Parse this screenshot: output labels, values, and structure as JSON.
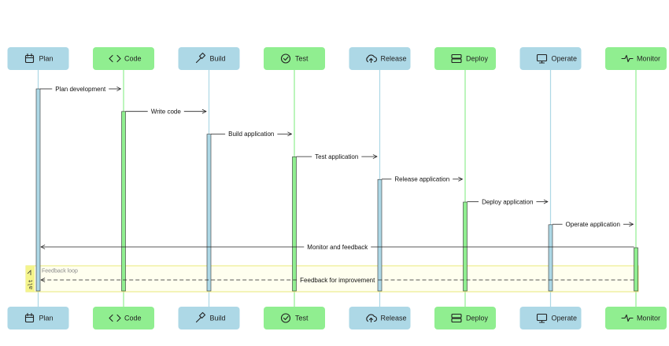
{
  "participants": [
    {
      "id": "plan",
      "label": "Plan",
      "icon": "calendar-icon",
      "color": "#add8e6",
      "bar": "#add8e6"
    },
    {
      "id": "code",
      "label": "Code",
      "icon": "code-icon",
      "color": "#90ee90",
      "bar": "#90ee90"
    },
    {
      "id": "build",
      "label": "Build",
      "icon": "hammer-icon",
      "color": "#add8e6",
      "bar": "#add8e6"
    },
    {
      "id": "test",
      "label": "Test",
      "icon": "check-circle-icon",
      "color": "#90ee90",
      "bar": "#90ee90"
    },
    {
      "id": "release",
      "label": "Release",
      "icon": "cloud-upload-icon",
      "color": "#add8e6",
      "bar": "#add8e6"
    },
    {
      "id": "deploy",
      "label": "Deploy",
      "icon": "server-icon",
      "color": "#90ee90",
      "bar": "#90ee90"
    },
    {
      "id": "operate",
      "label": "Operate",
      "icon": "monitor-icon",
      "color": "#add8e6",
      "bar": "#add8e6"
    },
    {
      "id": "monitor",
      "label": "Monitor",
      "icon": "activity-icon",
      "color": "#90ee90",
      "bar": "#90ee90"
    }
  ],
  "messages": [
    {
      "from": 0,
      "to": 1,
      "label": "Plan development",
      "style": "solid"
    },
    {
      "from": 1,
      "to": 2,
      "label": "Write code",
      "style": "solid"
    },
    {
      "from": 2,
      "to": 3,
      "label": "Build application",
      "style": "solid"
    },
    {
      "from": 3,
      "to": 4,
      "label": "Test application",
      "style": "solid"
    },
    {
      "from": 4,
      "to": 5,
      "label": "Release application",
      "style": "solid"
    },
    {
      "from": 5,
      "to": 6,
      "label": "Deploy application",
      "style": "solid"
    },
    {
      "from": 6,
      "to": 7,
      "label": "Operate application",
      "style": "solid"
    },
    {
      "from": 7,
      "to": 0,
      "label": "Monitor and feedback",
      "style": "solid"
    },
    {
      "from": 7,
      "to": 0,
      "label": "Feedback for improvement",
      "style": "dashed"
    }
  ],
  "fragment": {
    "tag": "alt",
    "label": "Feedback loop"
  },
  "colors": {
    "blue": "#add8e6",
    "green": "#90ee90",
    "fragment_border": "#e8e87a",
    "fragment_tag": "#f4f48c",
    "line": "#222222"
  }
}
